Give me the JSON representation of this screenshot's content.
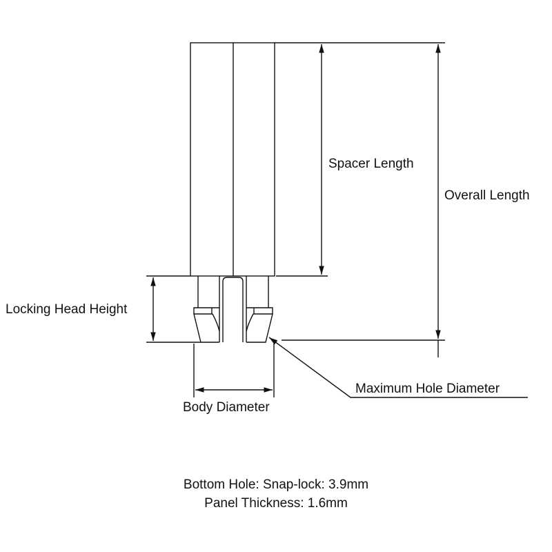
{
  "labels": {
    "spacer_length": "Spacer Length",
    "overall_length": "Overall Length",
    "locking_head_height": "Locking Head Height",
    "maximum_hole_diameter": "Maximum Hole Diameter",
    "body_diameter": "Body Diameter"
  },
  "notes": {
    "bottom_hole": "Bottom Hole: Snap-lock: 3.9mm",
    "panel_thickness": "Panel Thickness: 1.6mm"
  },
  "colors": {
    "line": "#111111",
    "background": "#ffffff"
  }
}
